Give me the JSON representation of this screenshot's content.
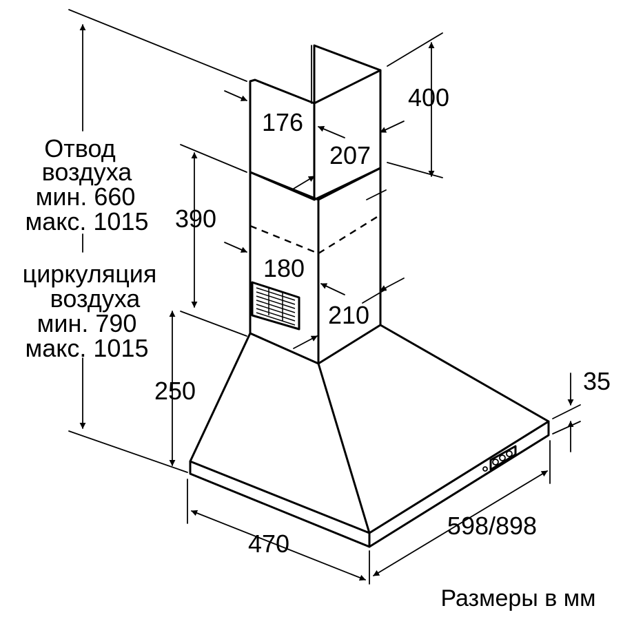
{
  "labels": {
    "air_out_line1": "Отвод",
    "air_out_line2": "воздуха",
    "air_out_line3": "мин. 660",
    "air_out_line4": "макс. 1015",
    "recirc_line1": "циркуляция",
    "recirc_line2": "воздуха",
    "recirc_line3": "мин. 790",
    "recirc_line4": "макс. 1015",
    "dim_400": "400",
    "dim_176": "176",
    "dim_207": "207",
    "dim_390": "390",
    "dim_180": "180",
    "dim_210": "210",
    "dim_250": "250",
    "dim_35": "35",
    "dim_470": "470",
    "dim_width": "598/898",
    "caption": "Размеры в мм"
  }
}
